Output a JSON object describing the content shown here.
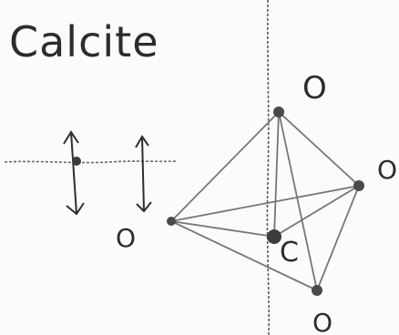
{
  "title": "Calcite",
  "atoms": {
    "top_o": "O",
    "right_o": "O",
    "left_o": "O",
    "bottom_o": "O",
    "center_c": "C"
  },
  "colors": {
    "ink": "#2f2f2f",
    "line": "#6a6a6a",
    "paper": "#fbfbfa"
  }
}
